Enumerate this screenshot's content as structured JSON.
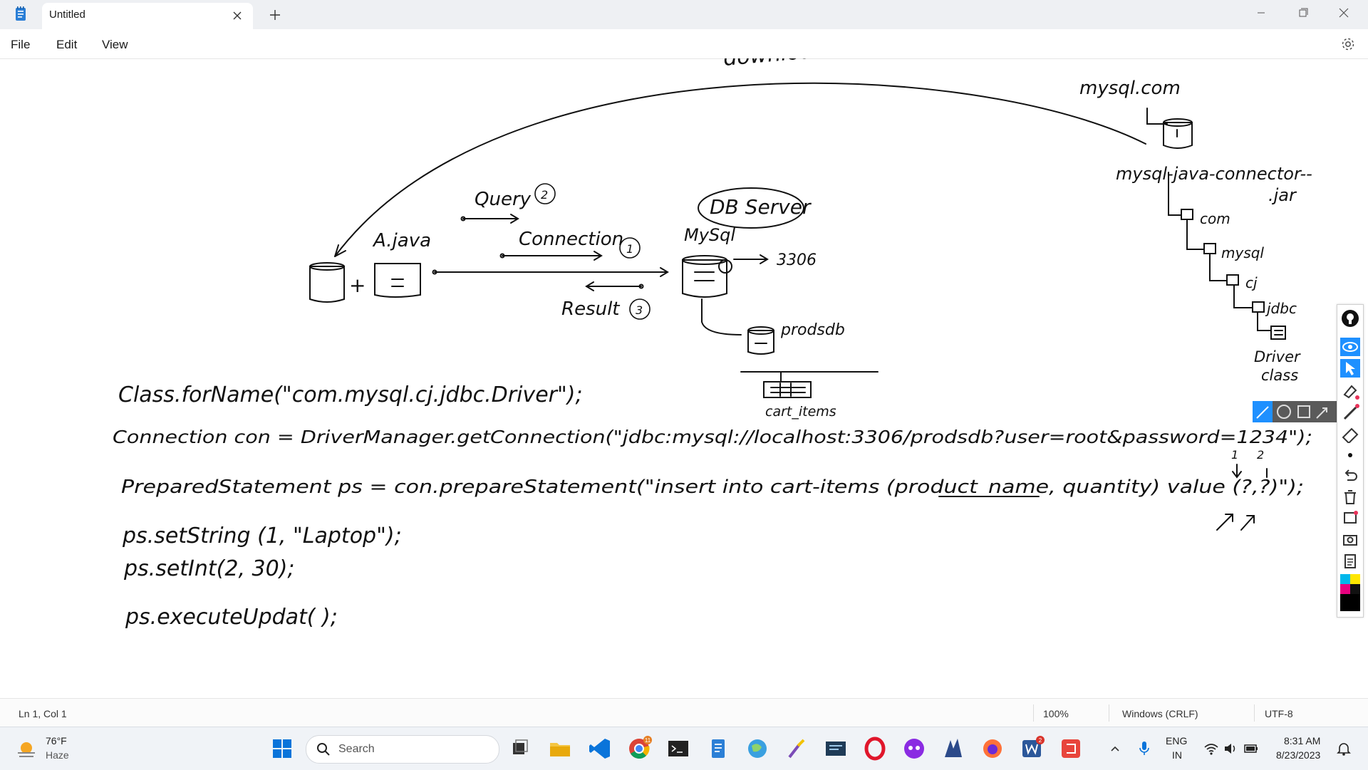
{
  "window": {
    "tab_title": "Untitled"
  },
  "menu": {
    "items": [
      "File",
      "Edit",
      "View"
    ]
  },
  "drawing": {
    "download": "download",
    "mysql_com": "mysql.com",
    "connector": "mysql-java-connector--",
    "jar": ".jar",
    "tree": [
      "com",
      "mysql",
      "cj",
      "jdbc"
    ],
    "driver": "Driver",
    "class_label": "class",
    "query": "Query",
    "query_num": "2",
    "connection": "Connection",
    "connection_num": "1",
    "result": "Result",
    "result_num": "3",
    "a_java": "A.java",
    "plus": "+",
    "db_server": "DB Server",
    "mysql_label": "MySql",
    "port": "3306",
    "prodsdb": "prodsdb",
    "cart_items": "cart_items",
    "code": [
      "Class.forName(\"com.mysql.cj.jdbc.Driver\");",
      "Connection con = DriverManager.getConnection(\"jdbc:mysql://localhost:3306/prodsdb?user=root&password=1234\");",
      "PreparedStatement ps = con.prepareStatement(\"insert into cart-items (product_name, quantity) value (?,?)\");",
      "ps.setString (1, \"Laptop\");",
      "ps.setInt(2, 30);",
      "ps.executeUpdat( );"
    ],
    "markers": [
      "1",
      "2"
    ]
  },
  "status": {
    "position": "Ln 1, Col 1",
    "zoom": "100%",
    "line_ending": "Windows (CRLF)",
    "encoding": "UTF-8"
  },
  "taskbar": {
    "weather_temp": "76°F",
    "weather_desc": "Haze",
    "search_placeholder": "Search",
    "lang_top": "ENG",
    "lang_bottom": "IN",
    "time": "8:31 AM",
    "date": "8/23/2023",
    "chrome_badge": "11",
    "word_badge": "2"
  },
  "colors": {
    "accent": "#0067c0",
    "ink": "#111111",
    "toolbar_blue": "#1e90ff"
  },
  "icons": {
    "app": "notepad-icon",
    "tools": [
      "lightbulb-icon",
      "eye-icon",
      "pointer-icon",
      "highlighter-icon",
      "pen-icon",
      "ruler-icon",
      "dot-icon",
      "undo-icon",
      "trash-icon",
      "screenshot-icon",
      "camera-icon",
      "clipboard-icon",
      "color-palette-icon"
    ]
  }
}
